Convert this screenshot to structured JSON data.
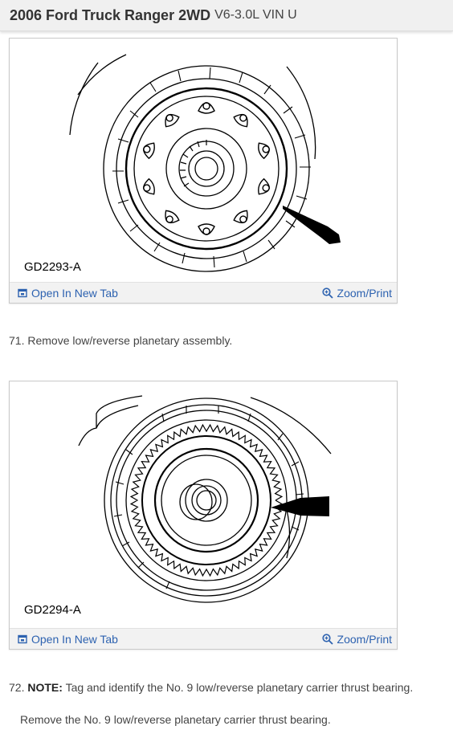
{
  "header": {
    "title": "2006 Ford Truck Ranger 2WD",
    "subtitle": "V6-3.0L VIN U"
  },
  "figures": [
    {
      "caption": "GD2293-A",
      "open_tab_label": "Open In New Tab",
      "zoom_label": "Zoom/Print"
    },
    {
      "caption": "GD2294-A",
      "open_tab_label": "Open In New Tab",
      "zoom_label": "Zoom/Print"
    }
  ],
  "steps": {
    "s71": "71. Remove low/reverse planetary assembly.",
    "s72_num": "72.",
    "s72_note_label": "NOTE:",
    "s72_note_text": "Tag and identify the No. 9 low/reverse planetary carrier thrust bearing.",
    "s72_action": "Remove the No. 9 low/reverse planetary carrier thrust bearing."
  }
}
